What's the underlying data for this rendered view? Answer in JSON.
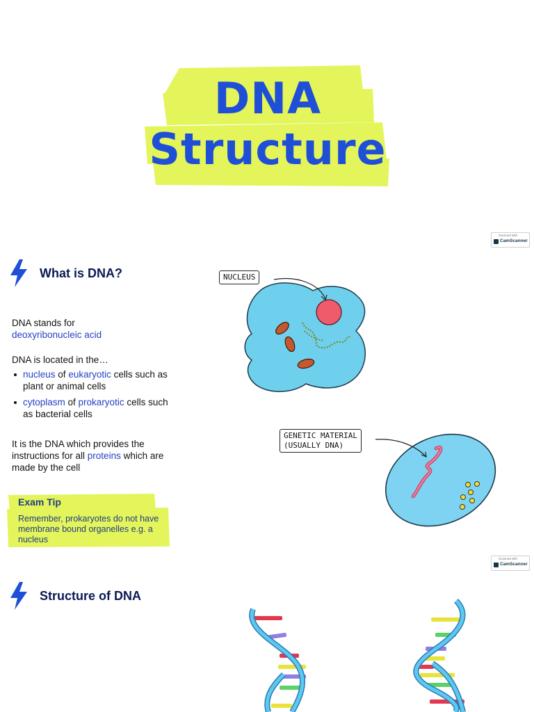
{
  "title": {
    "line1": "DNA",
    "line2": "Structure"
  },
  "colors": {
    "title_blue": "#1f4fd6",
    "highlighter": "#e3f55a",
    "heading_navy": "#0b1a55",
    "term_blue": "#2342c4",
    "cell_blue": "#6fd0ee",
    "nucleus_red": "#ef5b6b"
  },
  "scanner_badge": {
    "top_text": "Scanned with",
    "name": "CamScanner"
  },
  "what_is_dna": {
    "heading": "What is DNA?",
    "stands_for_line1": "DNA stands for",
    "stands_for_term": "deoxyribonucleic acid",
    "located_intro": "DNA is located in the…",
    "bullets": [
      {
        "term1": "nucleus",
        "mid1": " of ",
        "term2": "eukaryotic",
        "rest": " cells such as plant or animal cells"
      },
      {
        "term1": "cytoplasm",
        "mid1": " of ",
        "term2": "prokaryotic",
        "rest": " cells such as bacterial cells"
      }
    ],
    "proteins_pre": "It is the DNA which provides the instructions for all ",
    "proteins_term": "proteins",
    "proteins_post": " which are made by the cell"
  },
  "exam_tip": {
    "title": "Exam Tip",
    "text": "Remember, prokaryotes do not have membrane bound organelles e.g. a nucleus"
  },
  "diagram": {
    "nucleus_label": "NUCLEUS",
    "genetic_label_line1": "GENETIC MATERIAL",
    "genetic_label_line2": "(USUALLY DNA)"
  },
  "structure_of_dna": {
    "heading": "Structure of DNA"
  }
}
